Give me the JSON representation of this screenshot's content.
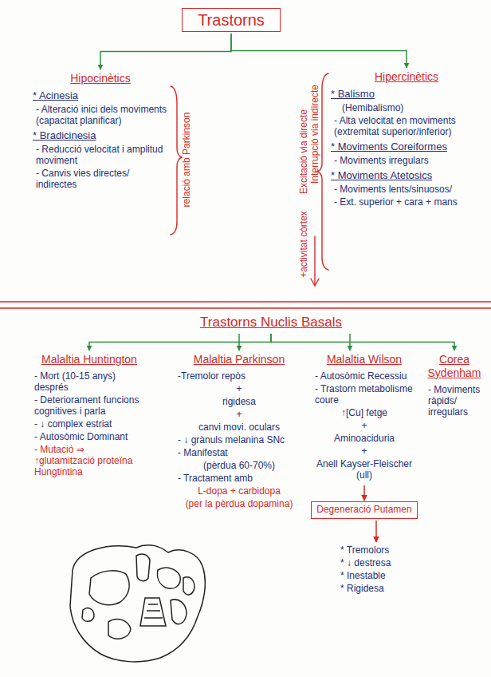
{
  "diagram": {
    "nodes": [
      {
        "text": [
          "Trastorns"
        ]
      },
      {
        "text": [
          "Hipocinètics",
          "* Acinesia",
          "- Alteració inici dels moviments (capacitat planificar)",
          "* Bradicinesia",
          "- Reducció velocitat i amplitud moviment",
          "- Canvis vies directes/ indirectes"
        ]
      },
      {
        "text": [
          "Hipercinètics",
          "* Balismo",
          "(Hemibalismo)",
          "- Alta velocitat en moviments (extremitat superior/inferior)",
          "* Moviments Coreiformes",
          "- Moviments irregulars",
          "* Moviments Atetosics",
          "- Moviments lents/sinuosos/",
          "- Ext. superior + cara + mans"
        ]
      },
      {
        "text": [
          "Trastorns Nuclis Basals"
        ]
      },
      {
        "text": [
          "Malaltia Huntington",
          "- Mort (10-15 anys) després",
          "- Deteriorament funcions cognitives i parla",
          "- ↓ complex estriat",
          "- Autosòmic Dominant",
          "- Mutació ⇒ ↑glutamització proteïna Hungtintina"
        ]
      },
      {
        "text": [
          "Malaltia Parkinson",
          "-Tremolor repòs",
          "+",
          "rigidesa",
          "+",
          "canvi movi. oculars",
          "- ↓ grànuls melanina SNc",
          "- Manifestat",
          "(pèrdua 60-70%)",
          "- Tractament amb",
          "L-dopa + carbidopa",
          "(per la pèrdua dopamina)"
        ]
      },
      {
        "text": [
          "Malaltia Wilson",
          "- Autosòmic Recessiu",
          "- Trastorn metabolisme coure",
          "↑[Cu] fetge",
          "+",
          "Aminoaciduria",
          "+",
          "Anell Kayser-Fleischer (ull)"
        ]
      },
      {
        "text": [
          "Degeneració Putamen"
        ]
      },
      {
        "text": [
          "* Tremolors",
          "* ↓ destresa",
          "* Inestable",
          "* Rigidesa"
        ]
      },
      {
        "text": [
          "Corea Sydenham",
          "- Moviments ràpids/ irregulars"
        ]
      }
    ],
    "edges": [
      {
        "from": 0,
        "to": 1,
        "arrow": "to"
      },
      {
        "from": 0,
        "to": 2,
        "arrow": "to"
      },
      {
        "from": 3,
        "to": 4,
        "arrow": "to"
      },
      {
        "from": 3,
        "to": 5,
        "arrow": "to"
      },
      {
        "from": 3,
        "to": 6,
        "arrow": "to"
      },
      {
        "from": 3,
        "to": 9,
        "arrow": "to"
      },
      {
        "from": 6,
        "to": 7,
        "arrow": "to"
      },
      {
        "from": 7,
        "to": 8,
        "arrow": "to"
      }
    ],
    "labels": [
      "relació amb Parkinson",
      "Excitació via directe",
      "Interrupció via indirecte",
      "+activitat còrtex"
    ]
  }
}
